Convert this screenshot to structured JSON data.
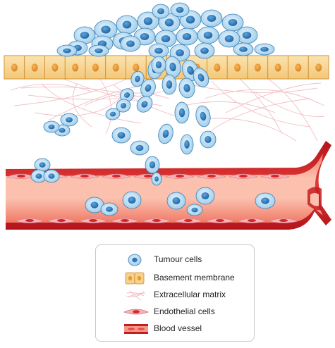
{
  "legend": {
    "items": [
      {
        "label": "Tumour cells",
        "icon": "tumour-cell-icon"
      },
      {
        "label": "Basement membrane",
        "icon": "basement-membrane-icon"
      },
      {
        "label": "Extracellular matrix",
        "icon": "extracellular-matrix-icon"
      },
      {
        "label": "Endothelial cells",
        "icon": "endothelial-cell-icon"
      },
      {
        "label": "Blood vessel",
        "icon": "blood-vessel-icon"
      }
    ]
  },
  "colors": {
    "tumour_fill": "#bfe0f5",
    "tumour_stroke": "#3b7fb2",
    "tumour_nucleus": "#2f78be",
    "membrane_fill": "#f7d28e",
    "membrane_nucleus": "#e99a2e",
    "matrix_fibre": "#f0b9bf",
    "vessel_red": "#d6262a",
    "vessel_light": "#f2a492",
    "endothelial": "#f3b3b8"
  }
}
